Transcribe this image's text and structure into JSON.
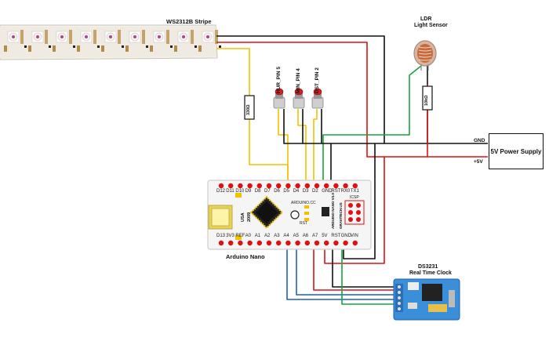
{
  "title_led": "WS2312B Stripe",
  "ldr": {
    "title": "LDR",
    "subtitle": "Light Sensor",
    "resistor": "10kΩ"
  },
  "led_resistor": "330Ω",
  "buttons": {
    "b1": "HUR_PIN 5",
    "b2": "MIN_PIN 4",
    "b3": "DST_PIN 2"
  },
  "psu": {
    "label": "5V Power Supply",
    "gnd": "GND",
    "vplus": "+5V"
  },
  "nano": {
    "title": "Arduino Nano",
    "top_pins": [
      "D12",
      "D11",
      "D10",
      "D9",
      "D8",
      "D7",
      "D6",
      "D5",
      "D4",
      "D3",
      "D2",
      "GND",
      "RST",
      "RX0",
      "TX1"
    ],
    "bottom_pins": [
      "D13",
      "3V3",
      "REF",
      "A0",
      "A1",
      "A2",
      "A3",
      "A4",
      "A5",
      "A6",
      "A7",
      "5V",
      "RST",
      "GND",
      "VIN"
    ],
    "usa": "USA",
    "year": "2009",
    "brand": "ARDUINO.CC",
    "rst": "RST",
    "icsp": "ICSP",
    "model": "ARDUINO NANO V3.0",
    "gravitech": "GRAVITECH.US"
  },
  "rtc": {
    "title": "DS3231",
    "subtitle": "Real Time Clock"
  },
  "colors": {
    "yellow": "#f2c200",
    "red": "#e01010",
    "black": "#111111",
    "green": "#1aa33a",
    "blue": "#1f5fbf",
    "board": "#f5f5f5",
    "pcb_blue": "#3a8fd8"
  }
}
